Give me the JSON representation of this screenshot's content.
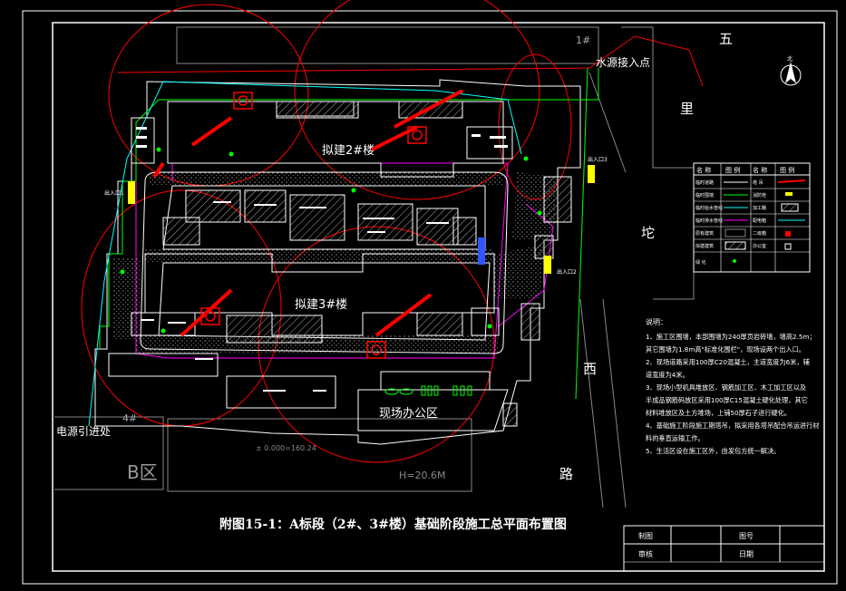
{
  "labels": {
    "building_1": "1#",
    "building_2": "拟建2#楼",
    "building_3": "拟建3#楼",
    "building_4": "4#",
    "water_entry": "水源接入点",
    "power_entry": "电源引进处",
    "zone_b": "B区",
    "office": "现场办公区",
    "elevation": "± 0.000=160.24",
    "height": "H=20.6M",
    "entrance_1": "出入口1",
    "entrance_2": "出入口2",
    "entrance_3": "出入口3",
    "road_1": "五",
    "road_2": "里",
    "road_3": "坨",
    "road_4": "西",
    "road_5": "路",
    "north": "北"
  },
  "legend": {
    "headers": [
      "名 称",
      "图 例",
      "名 称",
      "图 例"
    ],
    "rows": [
      [
        "临时道路",
        "",
        "塔 吊",
        ""
      ],
      [
        "临时围墙",
        "",
        "消防栓",
        ""
      ],
      [
        "临时给水管线",
        "",
        "加工棚",
        ""
      ],
      [
        "临时排水管线",
        "",
        "配电箱",
        ""
      ],
      [
        "原有建筑",
        "",
        "二级箱",
        ""
      ],
      [
        "拟建建筑",
        "",
        "办公室",
        ""
      ],
      [
        "绿 化",
        "",
        "",
        ""
      ]
    ]
  },
  "notes": {
    "heading": "说明：",
    "items": [
      "1、施工区围墙，本部围墙为240厚页岩砖墙，墙高2.5m；",
      "其它围墙为1.8m高\"标准化围栏\"，现场设两个出入口。",
      "2、现场道路采用100厚C20混凝土，主道宽度为6米，辅",
      "道宽度为4米。",
      "3、现场小型机具堆放区、钢筋加工区、木工加工区以及",
      "半成品钢筋码放区采用100厚C15混凝土硬化处理，其它",
      "材料堆放区及土方堆场，上铺50厚石子进行硬化。",
      "4、基础施工阶段施工期塔吊，拟采用各塔吊配合吊运进行材",
      "料的垂直运输工作。",
      "5、生活区设在施工区外，由发包方统一解决。"
    ]
  },
  "drawing_title": "附图15-1：A标段（2#、3#楼）基础阶段施工总平面布置图",
  "title_block": {
    "cell_1": "制图",
    "cell_2": "图号",
    "cell_3": "审核",
    "cell_4": "日期"
  },
  "colors": {
    "background": "#000000",
    "frame": "#ffffff",
    "boundary": "#ff0000",
    "crane_radius": "#ff0000",
    "road": "#ffffff",
    "wall": "#00ff00",
    "water": "#00ffff",
    "drainage": "#ff00ff",
    "building": "#ffffff",
    "hatch": "#ffffff",
    "crane": "#ff0000",
    "office_trees": "#00ff00",
    "text": "#ffffff"
  }
}
